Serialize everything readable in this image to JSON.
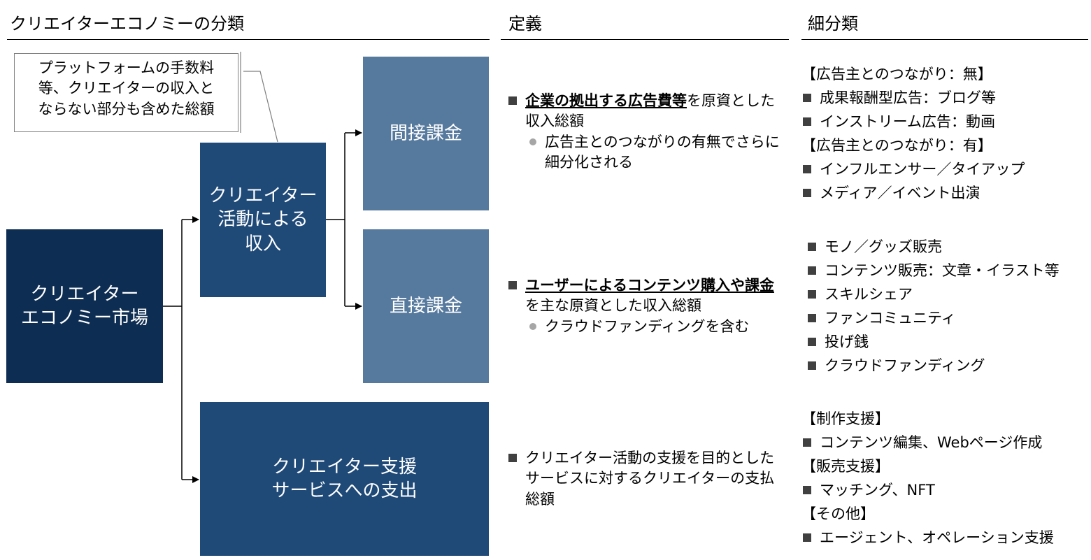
{
  "headers": {
    "col1": "クリエイターエコノミーの分類",
    "col2": "定義",
    "col3": "細分類"
  },
  "note": {
    "line1": "プラットフォームの手数料",
    "line2": "等、クリエイターの収入と",
    "line3": "ならない部分も含めた総額"
  },
  "boxes": {
    "market": [
      "クリエイター",
      "エコノミー市場"
    ],
    "activity": [
      "クリエイター",
      "活動による",
      "収入"
    ],
    "indirect": "間接課金",
    "direct": "直接課金",
    "support": [
      "クリエイター支援",
      "サービスへの支出"
    ]
  },
  "definitions": {
    "indirect": {
      "main_bold": "企業の拠出する広告費等",
      "main_rest": "を原資とした収入総額",
      "sub": "広告主とのつながりの有無でさらに細分化される"
    },
    "direct": {
      "main_bold": "ユーザーによるコンテンツ購入や課金",
      "main_rest": "を主な原資とした収入総額",
      "sub": "クラウドファンディングを含む"
    },
    "support": {
      "main": "クリエイター活動の支援を目的としたサービスに対するクリエイターの支払総額"
    }
  },
  "subcategories": {
    "indirect": {
      "group1": "【広告主とのつながり：無】",
      "items1": [
        "成果報酬型広告：ブログ等",
        "インストリーム広告：動画"
      ],
      "group2": "【広告主とのつながり：有】",
      "items2": [
        "インフルエンサー／タイアップ",
        "メディア／イベント出演"
      ]
    },
    "direct": {
      "items": [
        "モノ／グッズ販売",
        "コンテンツ販売：文章・イラスト等",
        "スキルシェア",
        "ファンコミュニティ",
        "投げ銭",
        "クラウドファンディング"
      ]
    },
    "support": {
      "group1": "【制作支援】",
      "item1": "コンテンツ編集、Webページ作成",
      "group2": "【販売支援】",
      "item2": "マッチング、NFT",
      "group3": "【その他】",
      "item3": "エージェント、オペレーション支援"
    }
  },
  "colors": {
    "market_box": "#0e2d52",
    "activity_box": "#1f4a78",
    "billing_box": "#56799e",
    "support_box": "#1f4a78"
  }
}
